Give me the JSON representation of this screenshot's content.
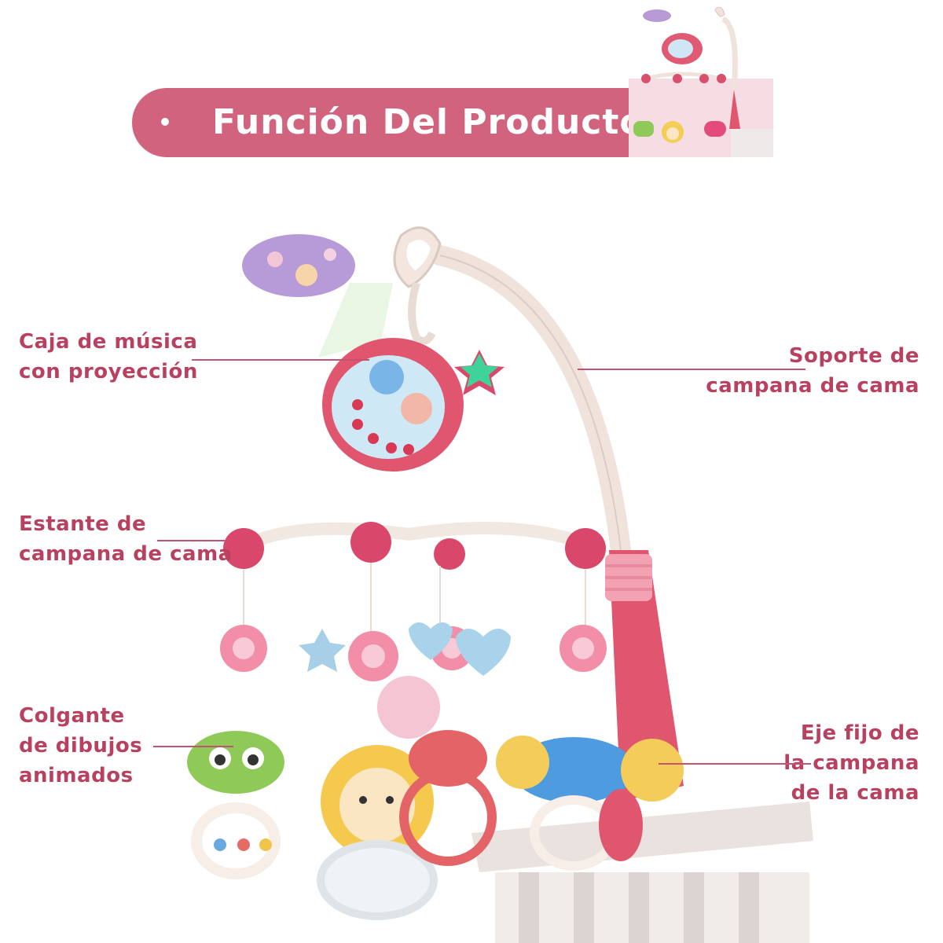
{
  "banner": {
    "title": "Función Del Producto"
  },
  "callouts": {
    "music_box": {
      "line1": "Caja de música",
      "line2": "con proyección"
    },
    "support": {
      "line1": "Soporte de",
      "line2": "campana de cama"
    },
    "shelf": {
      "line1": "Estante de",
      "line2": "campana de cama"
    },
    "pendant": {
      "line1": "Colgante",
      "line2": "de dibujos",
      "line3": "animados"
    },
    "axis": {
      "line1": "Eje fijo de",
      "line2": "la campana",
      "line3": "de la cama"
    }
  },
  "colors": {
    "banner": "#d2637e",
    "label_text": "#b8415f",
    "product_pink": "#e0566f",
    "arm": "#f1e6de"
  },
  "icons": [
    "product-thumbnail-icon",
    "crib-mobile-illustration"
  ]
}
